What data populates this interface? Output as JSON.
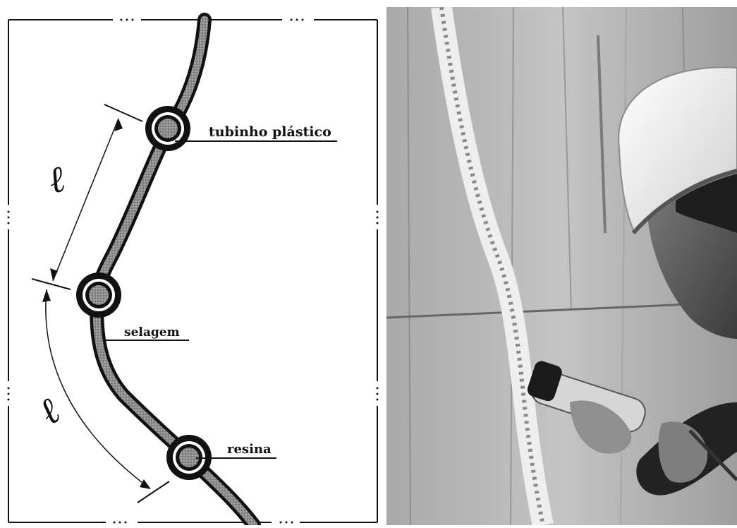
{
  "diagram": {
    "labels": {
      "tube": "tubinho plástico",
      "seal": "selagem",
      "resin": "resina"
    },
    "spacing_symbol": "ℓ"
  },
  "photo": {
    "subject": "worker in white hard hat injecting resin into a sealed crack in a concrete wall"
  },
  "colors": {
    "ink": "#111111",
    "fill_grey": "#9a9a9a",
    "photo_wall": "#b8b8b8"
  }
}
